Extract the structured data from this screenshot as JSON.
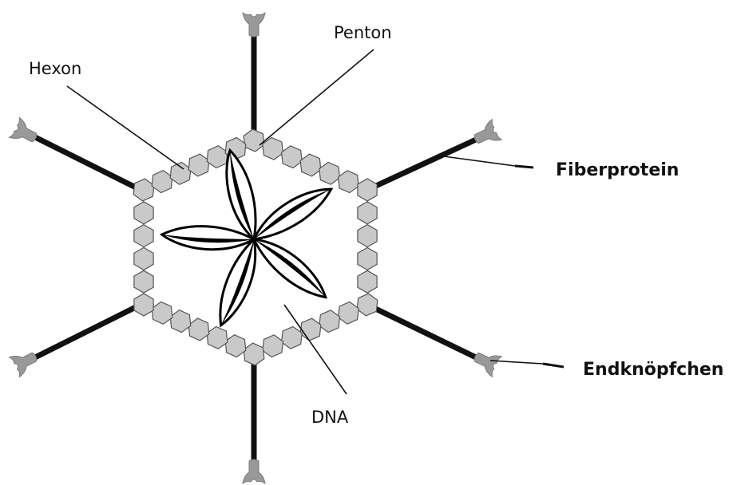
{
  "labels": {
    "hexon": "Hexon",
    "penton": "Penton",
    "fiberprotein": "Fiberprotein",
    "endknopfchen": "Endknöpfchen",
    "dna": "DNA"
  },
  "colors": {
    "capsomer_fill": "#c9c9c9",
    "capsomer_stroke": "#555555",
    "knob_fill": "#999999",
    "line": "#111111"
  },
  "icons": {
    "knob": "end-knob-icon"
  }
}
